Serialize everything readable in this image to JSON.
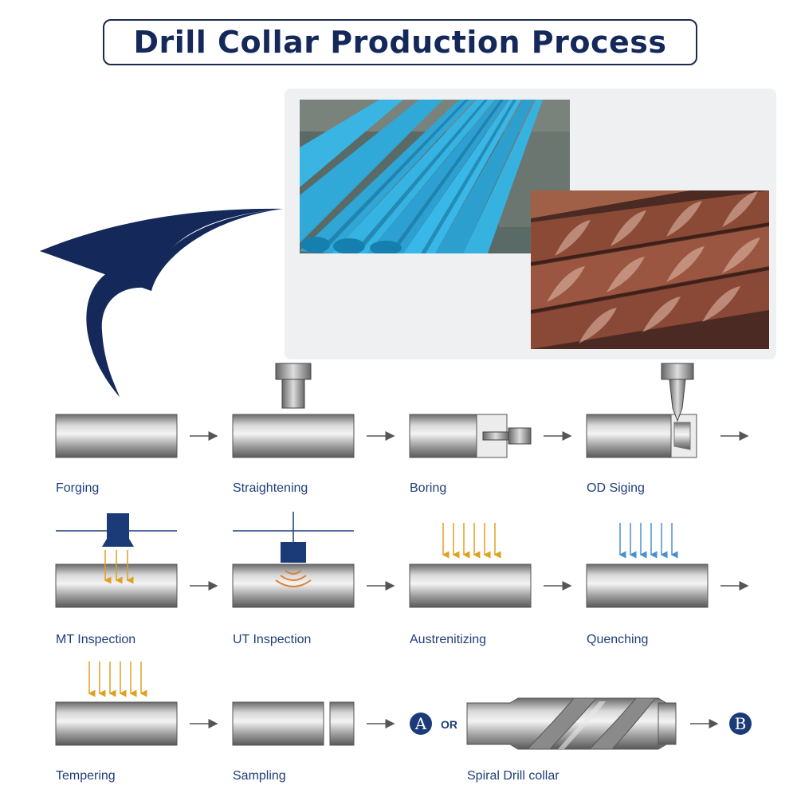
{
  "title": "Drill Collar Production Process",
  "steps": [
    {
      "label": "Forging"
    },
    {
      "label": "Straightening"
    },
    {
      "label": "Boring"
    },
    {
      "label": "OD Siging"
    },
    {
      "label": "MT Inspection"
    },
    {
      "label": "UT Inspection"
    },
    {
      "label": "Austrenitizing"
    },
    {
      "label": "Quenching"
    },
    {
      "label": "Tempering"
    },
    {
      "label": "Sampling"
    },
    {
      "label": "Spiral Drill collar"
    }
  ],
  "markers": {
    "a": "A",
    "or": "OR",
    "b": "B"
  },
  "colors": {
    "navy": "#14285a",
    "heat": "#e0a020",
    "cool": "#4a90d0",
    "label": "#1e3f7a"
  }
}
